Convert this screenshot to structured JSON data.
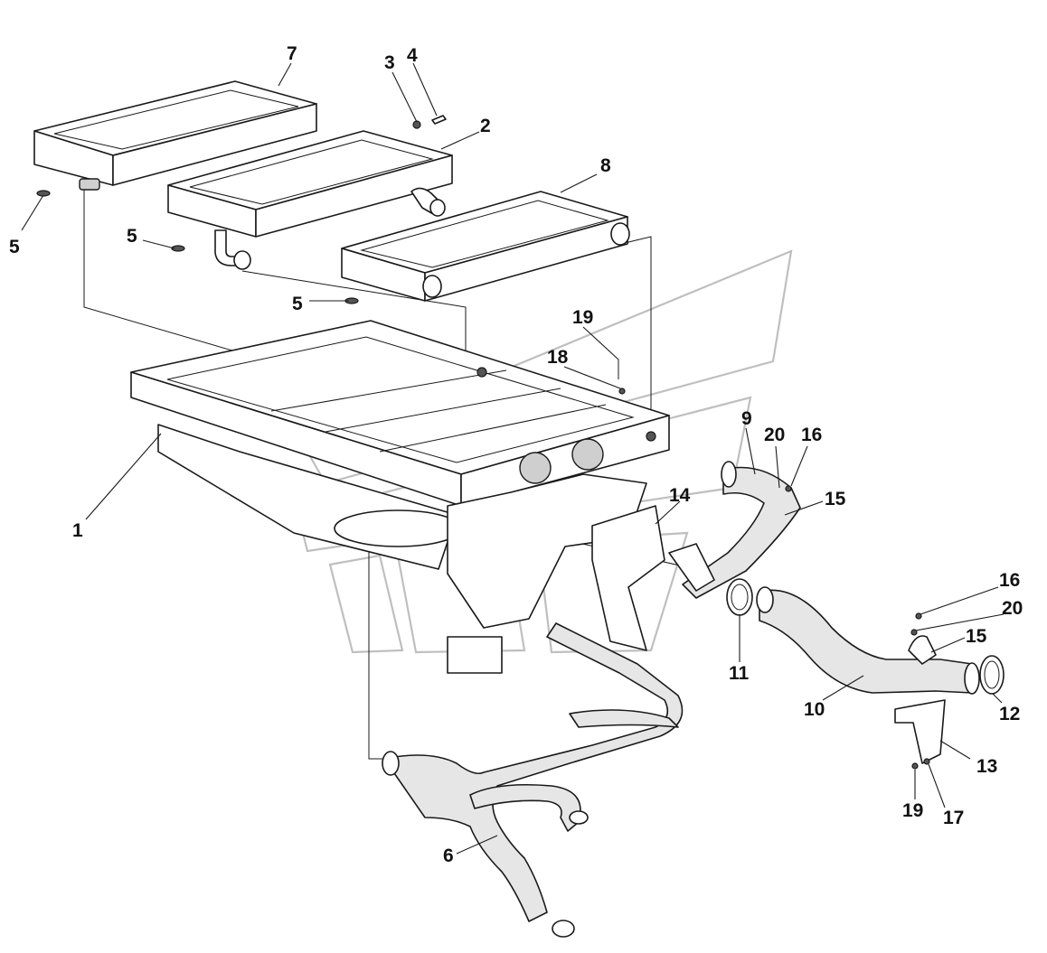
{
  "callouts": {
    "c1": "1",
    "c2": "2",
    "c3": "3",
    "c4": "4",
    "c5a": "5",
    "c5b": "5",
    "c5c": "5",
    "c6": "6",
    "c7": "7",
    "c8": "8",
    "c9": "9",
    "c10": "10",
    "c11": "11",
    "c12": "12",
    "c13": "13",
    "c14": "14",
    "c15a": "15",
    "c15b": "15",
    "c16a": "16",
    "c16b": "16",
    "c17": "17",
    "c18": "18",
    "c19a": "19",
    "c19b": "19",
    "c20a": "20",
    "c20b": "20"
  }
}
